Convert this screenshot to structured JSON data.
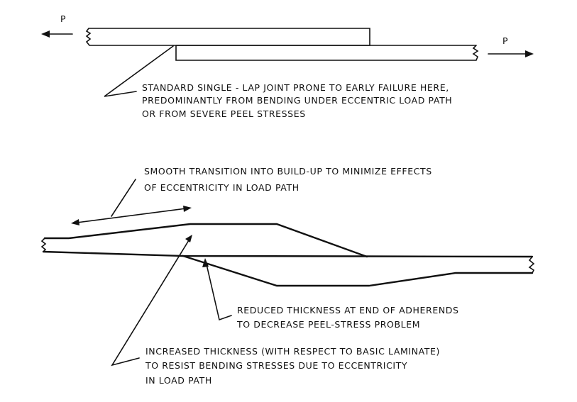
{
  "top_joint": {
    "load_left": "P",
    "load_right": "P",
    "callout": [
      "STANDARD SINGLE - LAP JOINT PRONE TO EARLY FAILURE HERE,",
      "PREDOMINANTLY FROM BENDING UNDER ECCENTRIC LOAD PATH",
      "OR FROM SEVERE PEEL STRESSES"
    ]
  },
  "bottom_joint": {
    "transition_note": [
      "SMOOTH TRANSITION INTO BUILD-UP TO MINIMIZE EFFECTS",
      "OF ECCENTRICITY IN LOAD PATH"
    ],
    "reduced_note": [
      "REDUCED THICKNESS AT END OF ADHERENDS",
      "TO DECREASE PEEL-STRESS PROBLEM"
    ],
    "increased_note": [
      "INCREASED THICKNESS (WITH RESPECT TO BASIC LAMINATE)",
      "TO RESIST BENDING STRESSES DUE TO ECCENTRICITY",
      "IN LOAD PATH"
    ]
  }
}
